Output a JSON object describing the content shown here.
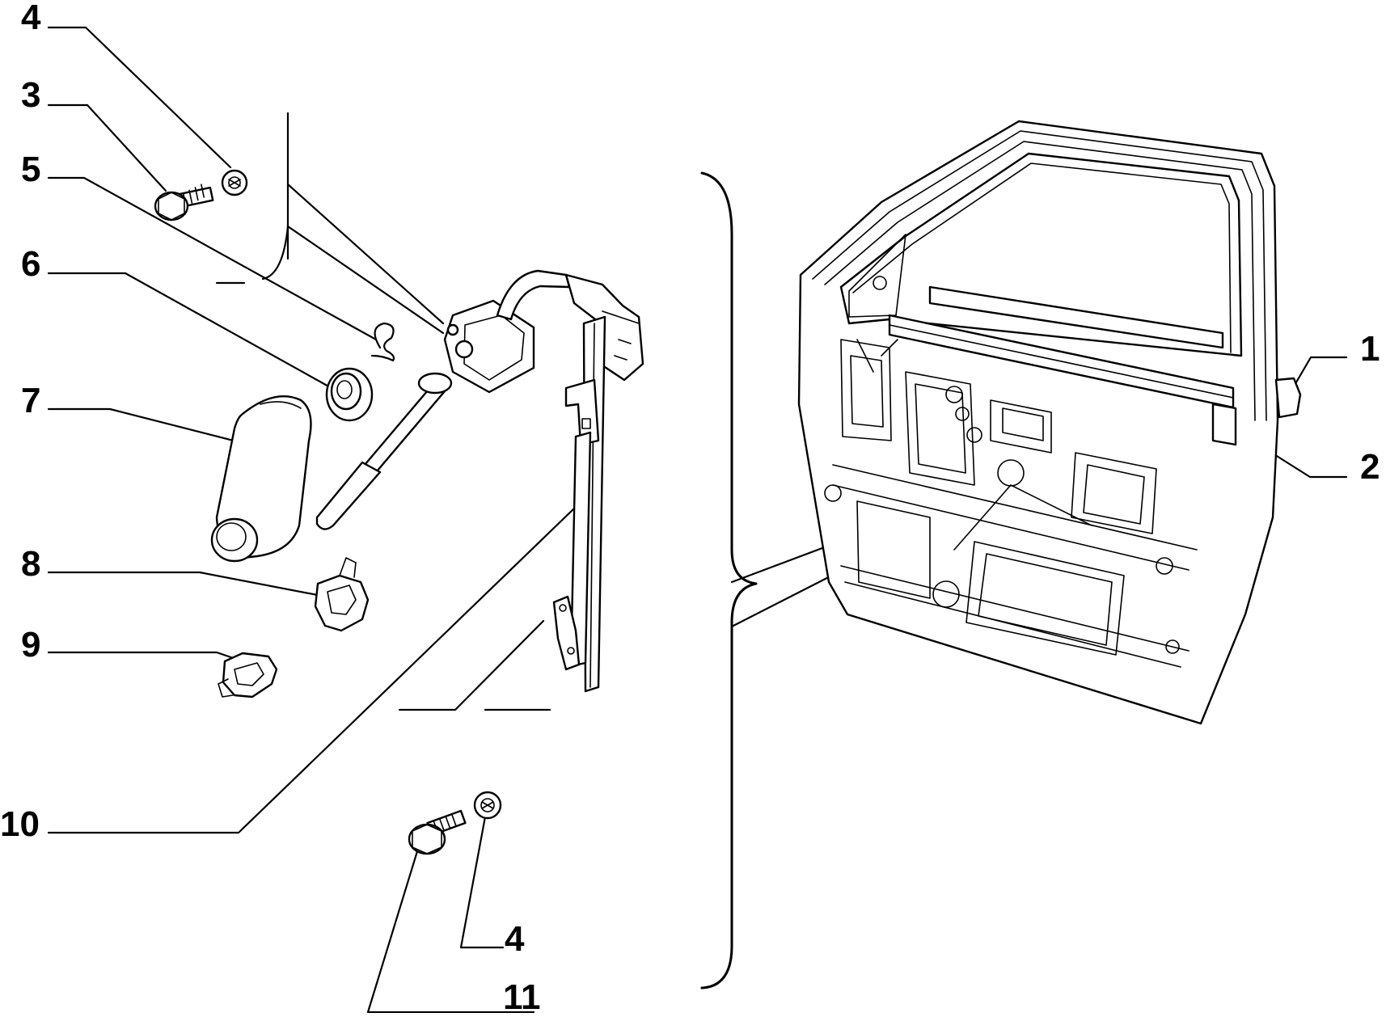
{
  "callouts": [
    {
      "id": "c4a",
      "label": "4"
    },
    {
      "id": "c3",
      "label": "3"
    },
    {
      "id": "c5",
      "label": "5"
    },
    {
      "id": "c6",
      "label": "6"
    },
    {
      "id": "c7",
      "label": "7"
    },
    {
      "id": "c8",
      "label": "8"
    },
    {
      "id": "c9",
      "label": "9"
    },
    {
      "id": "c10",
      "label": "10"
    },
    {
      "id": "c1",
      "label": "1"
    },
    {
      "id": "c2",
      "label": "2"
    },
    {
      "id": "c4b",
      "label": "4"
    },
    {
      "id": "c11",
      "label": "11"
    }
  ],
  "colors": {
    "line": "#000000",
    "background": "#ffffff"
  }
}
